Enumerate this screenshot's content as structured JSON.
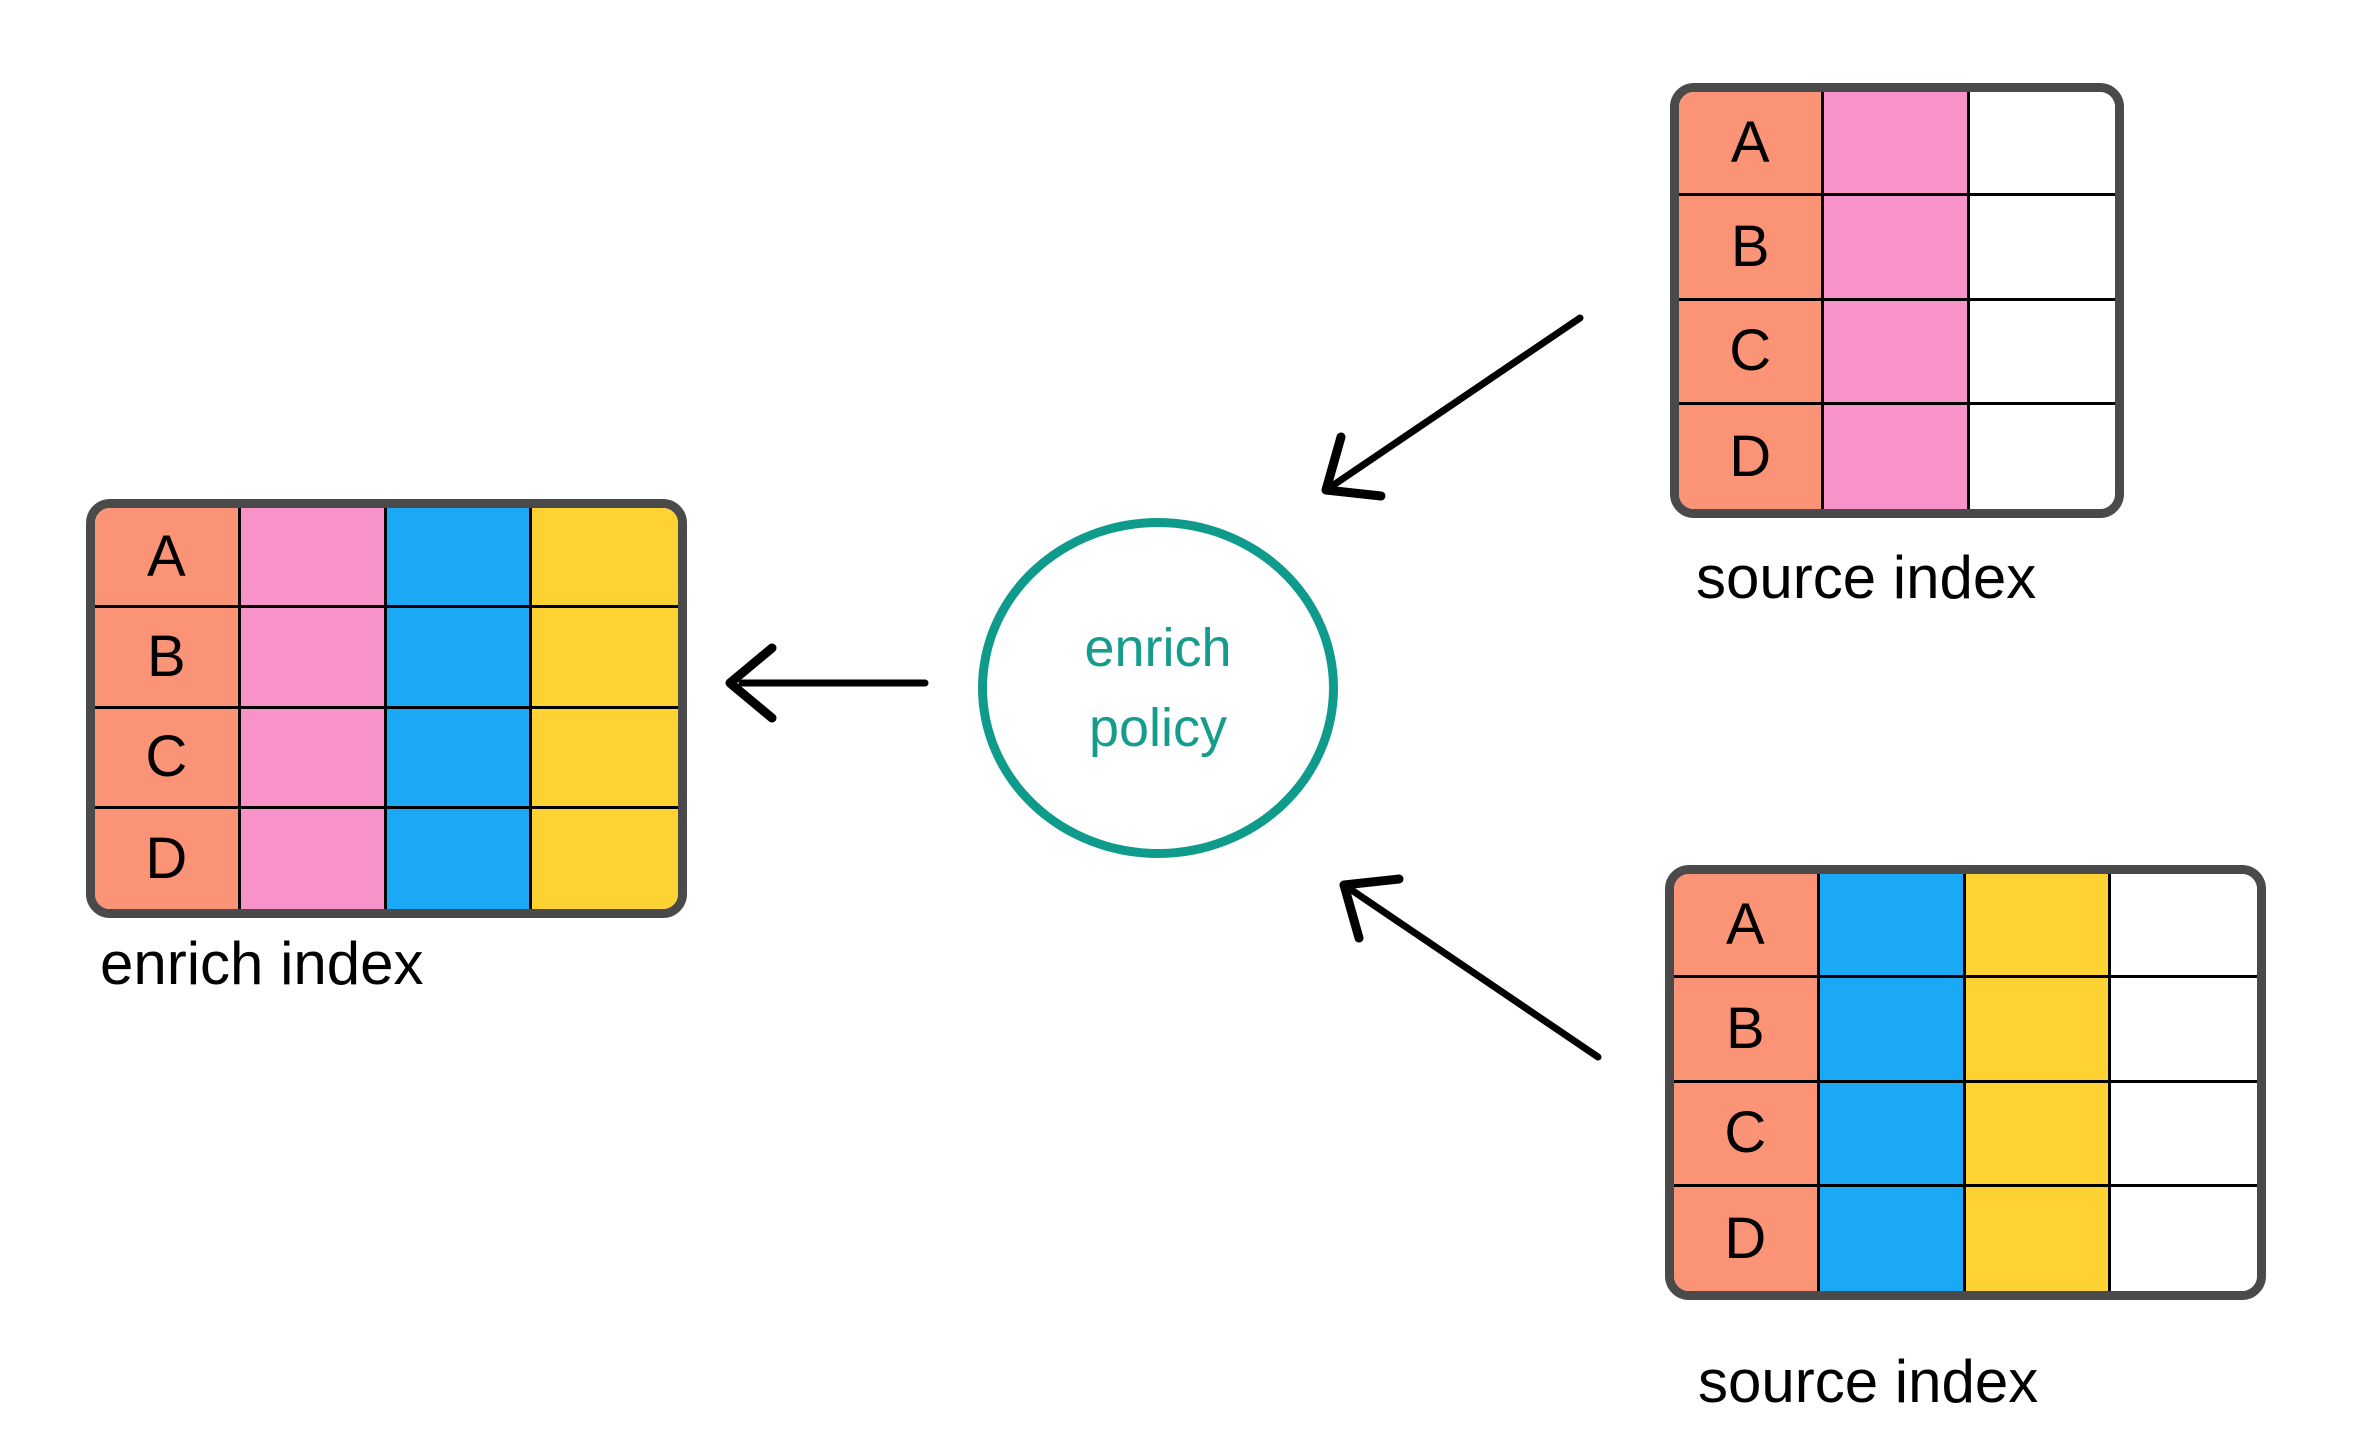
{
  "circle": {
    "line1": "enrich",
    "line2": "policy"
  },
  "tables": {
    "enrich_index": {
      "label": "enrich index",
      "row_labels": [
        "A",
        "B",
        "C",
        "D"
      ],
      "columns": [
        "coral",
        "pink",
        "blue",
        "yellow"
      ]
    },
    "source_top": {
      "label": "source index",
      "row_labels": [
        "A",
        "B",
        "C",
        "D"
      ],
      "columns": [
        "coral",
        "pink",
        "empty"
      ]
    },
    "source_bottom": {
      "label": "source index",
      "row_labels": [
        "A",
        "B",
        "C",
        "D"
      ],
      "columns": [
        "coral",
        "blue",
        "yellow",
        "empty"
      ]
    }
  },
  "colors": {
    "coral": "#FB9376",
    "pink": "#F793C8",
    "blue": "#1BA9F5",
    "yellow": "#FFD233",
    "teal": "#0F9B8C",
    "table_border": "#4A4A4A",
    "divider": "#000000",
    "arrow": "#000000"
  }
}
